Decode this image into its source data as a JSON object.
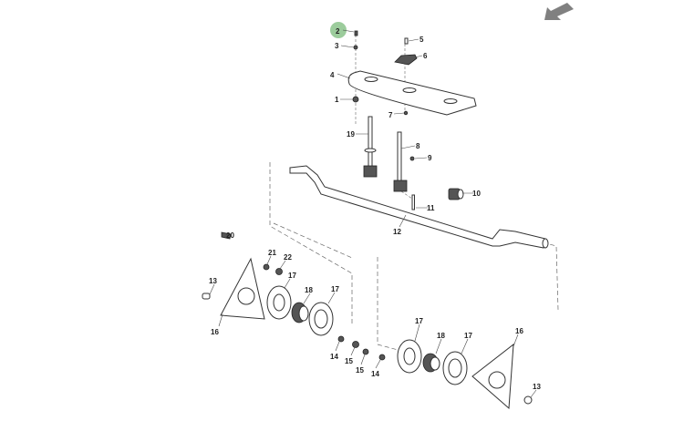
{
  "diagram": {
    "highlight_color": "#9ccc9c",
    "nav_arrow_color": "#808080",
    "callouts": [
      "2",
      "3",
      "5",
      "6",
      "4",
      "1",
      "7",
      "19",
      "8",
      "9",
      "10",
      "11",
      "12",
      "20",
      "21",
      "22",
      "17",
      "18",
      "17",
      "13",
      "16",
      "14",
      "15",
      "15",
      "14",
      "17",
      "18",
      "17",
      "16",
      "13"
    ],
    "selected_callout": "2"
  }
}
